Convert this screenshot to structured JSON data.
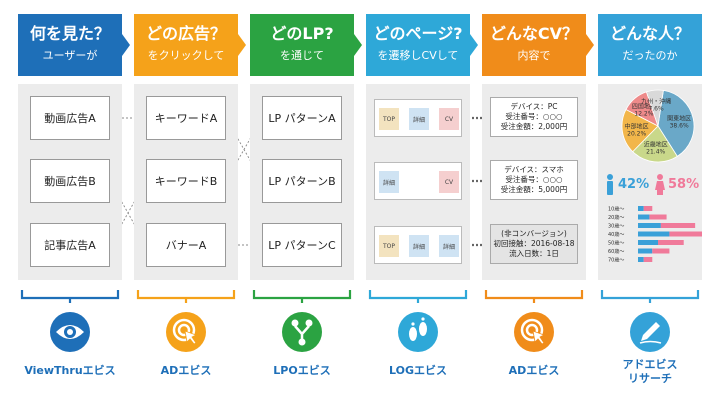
{
  "colors": {
    "blue": "#1e6fb8",
    "orange": "#f5a21a",
    "green": "#2ba342",
    "cyan": "#2ea8d8",
    "orange2": "#f08c1a",
    "sky": "#34a2d8",
    "panel": "#ececec",
    "male": "#3aa0d8",
    "female": "#f07a9a"
  },
  "columns": [
    {
      "title": "何を見た？",
      "subtitle": "ユーザーが",
      "footer": "ViewThruエビス",
      "icon": "eye-icon"
    },
    {
      "title": "どの広告？",
      "subtitle": "をクリックして",
      "footer": "ADエビス",
      "icon": "click-target-icon"
    },
    {
      "title": "どのLP?",
      "subtitle": "を通じて",
      "footer": "LPOエビス",
      "icon": "branch-icon"
    },
    {
      "title": "どのページ?",
      "subtitle": "を遷移しCVして",
      "footer": "LOGエビス",
      "icon": "footprints-icon"
    },
    {
      "title": "どんなCV？",
      "subtitle": "内容で",
      "footer": "ADエビス",
      "icon": "click-target-icon"
    },
    {
      "title": "どんな人？",
      "subtitle": "だったのか",
      "footer_line1": "アドエビス",
      "footer_line2": "リサーチ",
      "icon": "pen-icon"
    }
  ],
  "view_boxes": [
    "動画広告A",
    "動画広告B",
    "記事広告A"
  ],
  "ad_boxes": [
    "キーワードA",
    "キーワードB",
    "バナーA"
  ],
  "lp_boxes": [
    "LP パターンA",
    "LP パターンB",
    "LP パターンC"
  ],
  "log_rows": [
    [
      "TOP",
      "詳細",
      "CV"
    ],
    [
      "詳細",
      "CV"
    ],
    [
      "TOP",
      "詳細",
      "詳細"
    ]
  ],
  "cv_boxes": [
    {
      "lines": [
        "デバイス：PC",
        "受注番号：○○○",
        "受注金額：2,000円"
      ]
    },
    {
      "lines": [
        "デバイス：スマホ",
        "受注番号：○○○",
        "受注金額：5,000円"
      ]
    },
    {
      "lines": [
        "(非コンバージョン)",
        "初回接触：2016-08-18",
        "流入日数：1日"
      ]
    }
  ],
  "pie": {
    "slices": [
      {
        "label": "関東地区",
        "value": 38.6,
        "color": "#6aa8c8"
      },
      {
        "label": "近畿地区",
        "value": 21.4,
        "color": "#c9d88a"
      },
      {
        "label": "中部地区",
        "value": 20.2,
        "color": "#f2b64a"
      },
      {
        "label": "四国地区",
        "value": 12.2,
        "color": "#ee8a8a"
      },
      {
        "label": "九州・沖縄",
        "value": 7.6,
        "color": "#d9d9d9"
      }
    ]
  },
  "gender": {
    "male_pct": "42%",
    "female_pct": "58%"
  },
  "age_bars": {
    "labels": [
      "10歳～",
      "20歳～",
      "30歳～",
      "40歳～",
      "50歳～",
      "60歳～",
      "70歳～"
    ],
    "male": [
      4,
      8,
      16,
      22,
      14,
      10,
      4
    ],
    "female": [
      6,
      12,
      24,
      28,
      18,
      12,
      6
    ]
  }
}
